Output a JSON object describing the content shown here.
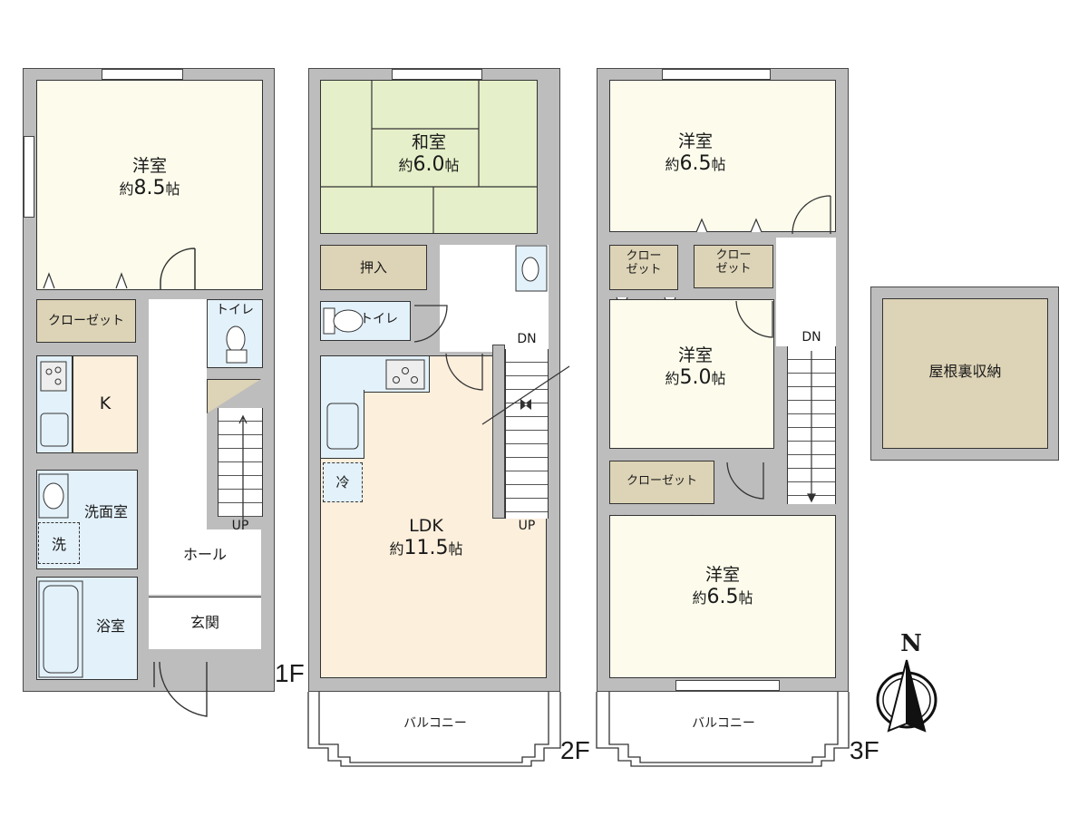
{
  "floors": {
    "f1": {
      "label": "1F",
      "rooms": {
        "western": {
          "name": "洋室",
          "size_prefix": "約",
          "size_value": "8.5",
          "size_unit": "帖"
        },
        "closet": {
          "name": "クローゼット"
        },
        "kitchen": {
          "name": "K"
        },
        "toilet": {
          "name": "トイレ"
        },
        "washroom": {
          "name": "洗面室"
        },
        "washer": {
          "name": "洗"
        },
        "bath": {
          "name": "浴室"
        },
        "hall": {
          "name": "ホール"
        },
        "entrance": {
          "name": "玄関"
        },
        "stairs": {
          "direction": "UP"
        }
      }
    },
    "f2": {
      "label": "2F",
      "rooms": {
        "japanese": {
          "name": "和室",
          "size_prefix": "約",
          "size_value": "6.0",
          "size_unit": "帖"
        },
        "oshiire": {
          "name": "押入"
        },
        "toilet": {
          "name": "トイレ"
        },
        "ldk": {
          "name": "LDK",
          "size_prefix": "約",
          "size_value": "11.5",
          "size_unit": "帖"
        },
        "fridge": {
          "name": "冷"
        },
        "balcony": {
          "name": "バルコニー"
        },
        "stairs_down": {
          "direction": "DN"
        },
        "stairs_up": {
          "direction": "UP"
        }
      }
    },
    "f3": {
      "label": "3F",
      "rooms": {
        "western_n": {
          "name": "洋室",
          "size_prefix": "約",
          "size_value": "6.5",
          "size_unit": "帖"
        },
        "closet_a": {
          "name": "クロー\nゼット",
          "line1": "クロー",
          "line2": "ゼット"
        },
        "closet_b": {
          "name": "クロー\nゼット",
          "line1": "クロー",
          "line2": "ゼット"
        },
        "western_m": {
          "name": "洋室",
          "size_prefix": "約",
          "size_value": "5.0",
          "size_unit": "帖"
        },
        "closet_c": {
          "name": "クローゼット"
        },
        "western_s": {
          "name": "洋室",
          "size_prefix": "約",
          "size_value": "6.5",
          "size_unit": "帖"
        },
        "balcony": {
          "name": "バルコニー"
        },
        "stairs_down": {
          "direction": "DN"
        }
      }
    },
    "attic": {
      "name": "屋根裏収納"
    }
  },
  "compass": {
    "north_label": "N",
    "icon": "north-arrow-icon"
  },
  "colors": {
    "wall": "#bdbdbd",
    "western_room": "#fdfcec",
    "tatami": "#e5efc9",
    "closet": "#ddd3b6",
    "wet_area": "#e3f1fa",
    "kitchen": "#fcefdc"
  }
}
